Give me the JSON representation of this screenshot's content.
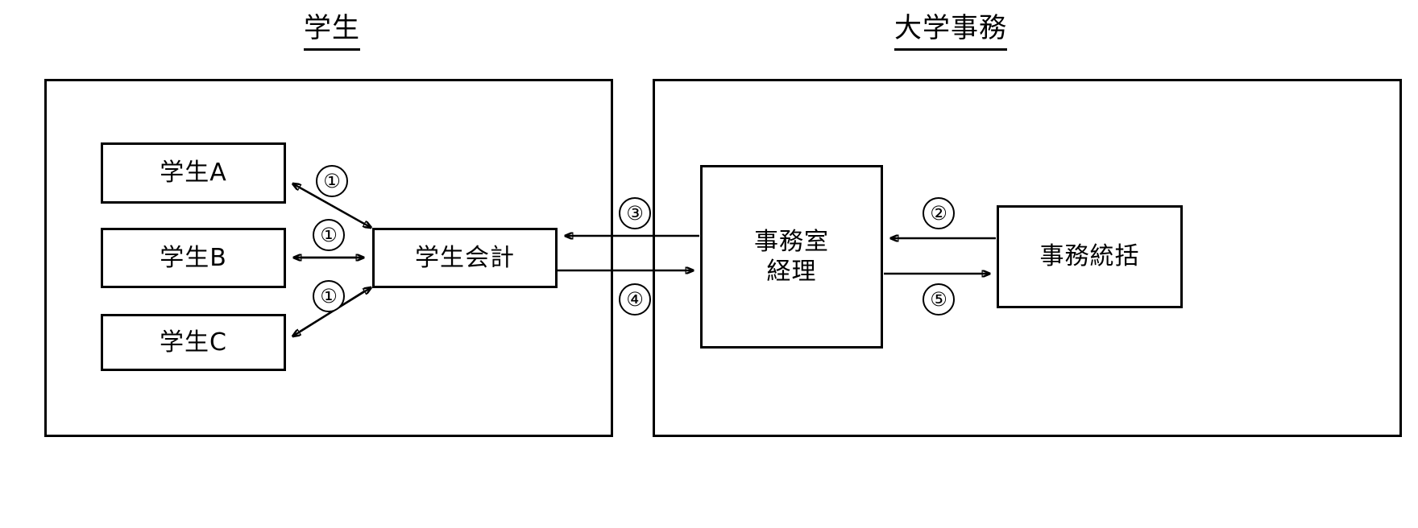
{
  "diagram": {
    "type": "flow-diagram",
    "language": "ja",
    "background": "#ffffff",
    "line_color": "#000000",
    "groups": [
      {
        "id": "students",
        "title": "学生"
      },
      {
        "id": "university-admin",
        "title": "大学事務"
      }
    ],
    "nodes": [
      {
        "id": "student-a",
        "label": "学生A"
      },
      {
        "id": "student-b",
        "label": "学生B"
      },
      {
        "id": "student-c",
        "label": "学生C"
      },
      {
        "id": "student-accounting",
        "label": "学生会計"
      },
      {
        "id": "office-accounting",
        "label": "事務室\n経理"
      },
      {
        "id": "admin-supervision",
        "label": "事務統括"
      }
    ],
    "markers": [
      {
        "id": "m1a",
        "label": "①"
      },
      {
        "id": "m1b",
        "label": "①"
      },
      {
        "id": "m1c",
        "label": "①"
      },
      {
        "id": "m2",
        "label": "②"
      },
      {
        "id": "m3",
        "label": "③"
      },
      {
        "id": "m4",
        "label": "④"
      },
      {
        "id": "m5",
        "label": "⑤"
      }
    ]
  }
}
